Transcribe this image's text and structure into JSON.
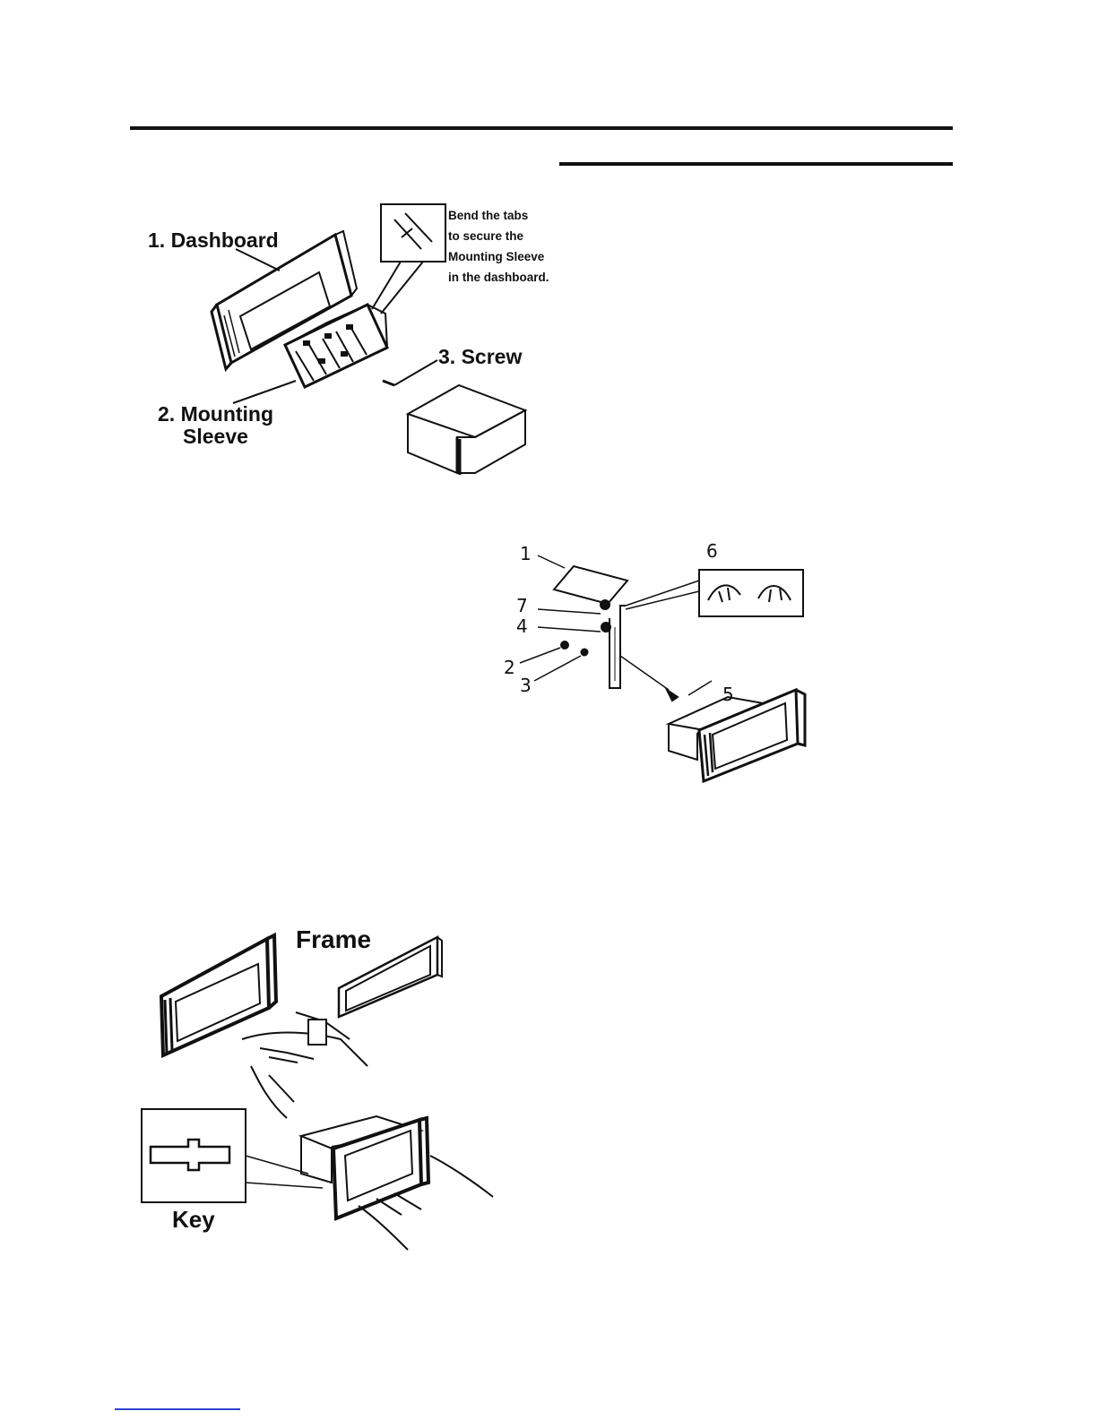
{
  "fig1": {
    "dashboard": "1. Dashboard",
    "sleeve_line1": "2. Mounting",
    "sleeve_line2": "Sleeve",
    "screw": "3. Screw",
    "hint": [
      "Bend the tabs",
      "to secure the",
      "Mounting Sleeve",
      "in the dashboard."
    ]
  },
  "fig2": {
    "labels": [
      "1",
      "2",
      "3",
      "4",
      "5",
      "6",
      "7"
    ]
  },
  "fig3": {
    "frame": "Frame",
    "key": "Key"
  },
  "colors": {
    "ink": "#111111",
    "link": "#3344cc"
  }
}
